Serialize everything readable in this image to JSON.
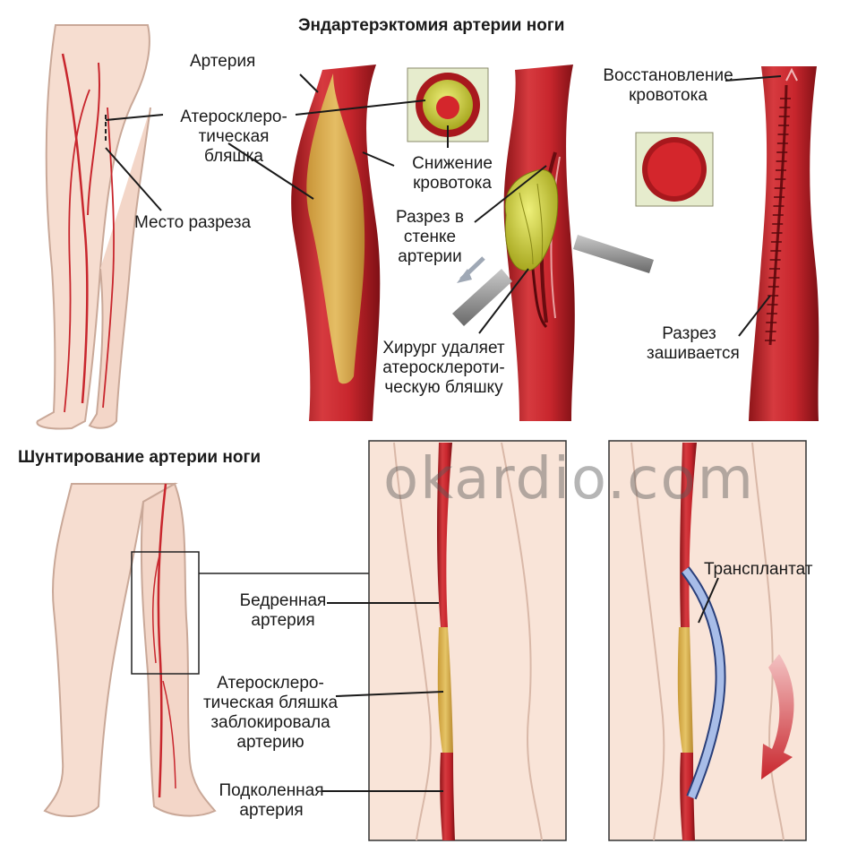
{
  "titles": {
    "endarterectomy": "Эндартерэктомия артерии ноги",
    "bypass": "Шунтирование артерии ноги"
  },
  "watermark": "okardio.com",
  "labels": {
    "artery": "Артерия",
    "plaque": [
      "Атеросклеро-",
      "тическая",
      "бляшка"
    ],
    "incision_site": "Место разреза",
    "reduced_flow": [
      "Снижение",
      "кровотока"
    ],
    "wall_incision": [
      "Разрез в",
      "стенке",
      "артерии"
    ],
    "surgeon_removes": [
      "Хирург удаляет",
      "атеросклероти-",
      "ческую бляшку"
    ],
    "restored_flow": [
      "Восстановление",
      "кровотока"
    ],
    "incision_sutured": [
      "Разрез",
      "зашивается"
    ],
    "femoral_artery": [
      "Бедренная",
      "артерия"
    ],
    "plaque_blocked": [
      "Атеросклеро-",
      "тическая бляшка",
      "заблокировала",
      "артерию"
    ],
    "popliteal_artery": [
      "Подколенная",
      "артерия"
    ],
    "graft": "Трансплантат"
  },
  "colors": {
    "skin": "#f6ddd0",
    "skin_outline": "#c9a898",
    "artery": "#c8262d",
    "artery_dark": "#8e1418",
    "plaque": "#d8b24a",
    "graft": "#6e86c9",
    "panel_border": "#333333"
  }
}
